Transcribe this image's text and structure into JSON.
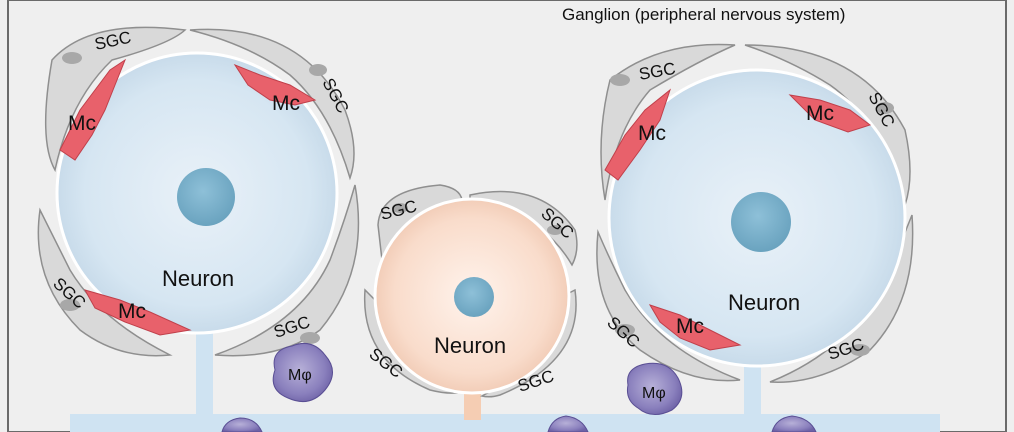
{
  "title": "Ganglion (peripheral nervous system)",
  "labels": {
    "neuron": "Neuron",
    "sgc": "SGC",
    "mast_cell": "Mc",
    "macrophage": "Mφ"
  },
  "colors": {
    "background": "#efefef",
    "sgc_fill": "#d9d9d9",
    "sgc_stroke": "#8f8f8f",
    "neuron_blue": "#d6e6f2",
    "neuron_peach": "#f9dccb",
    "nucleus": "#7fb3cd",
    "mast_cell": "#e8616b",
    "macrophage": "#6e62a6",
    "axon": "#cfe3f2"
  }
}
